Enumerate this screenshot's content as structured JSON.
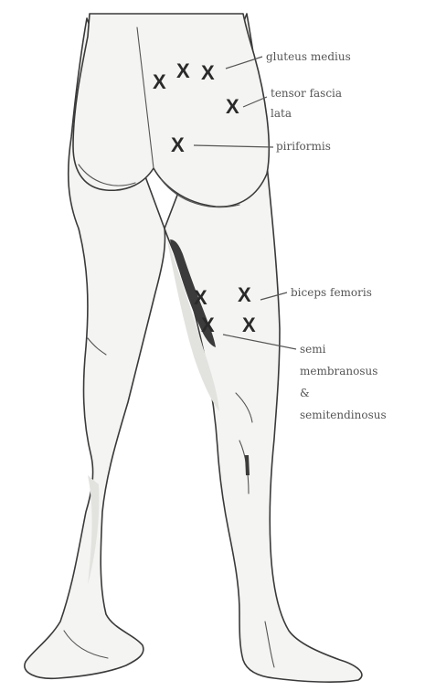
{
  "diagram": {
    "labels": [
      {
        "id": "gluteus-medius",
        "text": "gluteus medius"
      },
      {
        "id": "tensor-fascia-lata-1",
        "text": "tensor fascia"
      },
      {
        "id": "tensor-fascia-lata-2",
        "text": "lata"
      },
      {
        "id": "piriformis",
        "text": "piriformis"
      },
      {
        "id": "biceps-femoris",
        "text": "biceps femoris"
      },
      {
        "id": "semi-1",
        "text": "semi"
      },
      {
        "id": "semi-2",
        "text": "membranosus"
      },
      {
        "id": "semi-3",
        "text": "&"
      },
      {
        "id": "semi-4",
        "text": "semitendinosus"
      }
    ],
    "marker_symbol": "X",
    "colors": {
      "skin": "#f4f4f2",
      "shadow": "#e2e2df",
      "ink": "#3a3a3a",
      "label": "#555555"
    }
  }
}
